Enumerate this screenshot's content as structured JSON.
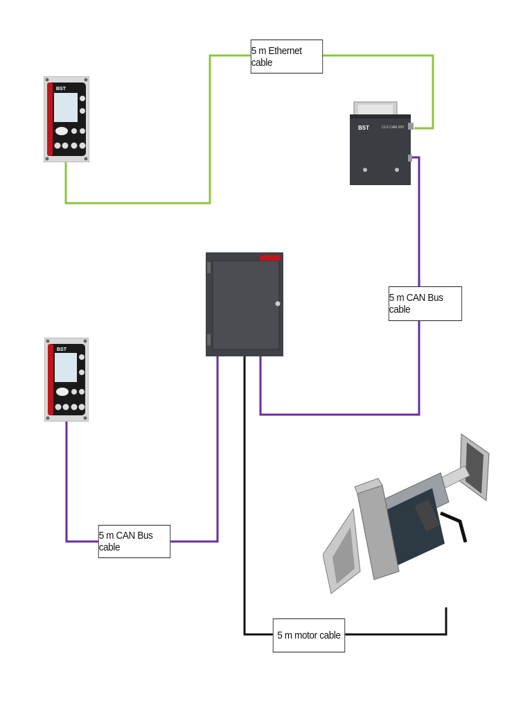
{
  "colors": {
    "ethernet": "#8cc63f",
    "canbus": "#6a2c9e",
    "motor": "#111111"
  },
  "labels": {
    "ethernet_cable": "5 m Ethernet cable",
    "canbus_cable_right": "5 m CAN Bus cable",
    "canbus_cable_left": "5 m CAN Bus cable",
    "motor_cable": "5 m motor cable"
  },
  "devices": {
    "panel_top_logo": "BST",
    "panel_bottom_logo": "BST",
    "sensor_logo": "BST",
    "sensor_model": "CLS CAM 200"
  }
}
